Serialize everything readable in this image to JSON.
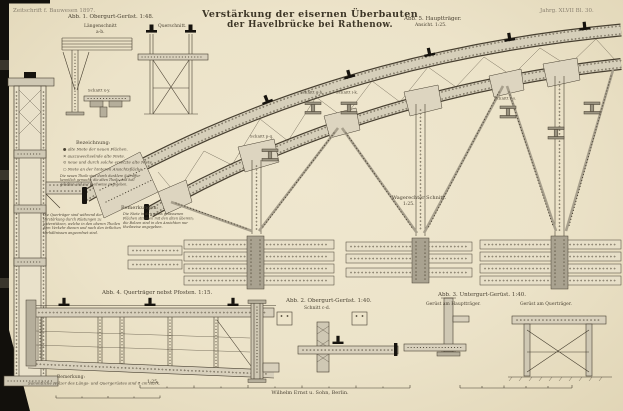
{
  "page": {
    "journal": "Zeitschrift f. Bauwesen 1897.",
    "plate_ref": "Jahrg. XLVII Bl. 30.",
    "title_line1": "Verstärkung der eisernen Überbauten",
    "title_line2": "der Havelbrücke bei Rathenow.",
    "publisher": "Wilhelm Ernst u. Sohn, Berlin."
  },
  "figures": {
    "fig1": {
      "title": "Abb. 1. Obergurt-Gerüst. 1:48.",
      "laengsschnitt": "Längenschnitt",
      "laengsschnitt2": "a-b.",
      "querschnitt": "Querschnitt.",
      "schnitt_xy": "Schnitt x-y."
    },
    "fig2": {
      "title": "Abb. 2. Obergurt-Gerüst. 1:40.",
      "schnitt_cd": "Schnitt c-d."
    },
    "fig3": {
      "title": "Abb. 3. Untergurt-Gerüst. 1:40.",
      "geruest_haupttraeger": "Gerüst am Hauptträger.",
      "geruest_quertraeger": "Gerüst am Querträger."
    },
    "fig4": {
      "title": "Abb. 4. Querträger nebst Pfosten. 1:15."
    },
    "fig5": {
      "title": "Abb. 5. Hauptträger.",
      "subtitle": "Ansicht. 1:25.",
      "wagerechter_schnitt": "Wagerechter Schnitt.",
      "wagerechter_scale": "1:25.",
      "schnitt_gh": "Schnitt g-h.",
      "schnitt_ik": "Schnitt i-k.",
      "schnitt_pq": "Schnitt p-q.",
      "schnitt_rs": "Schnitt r-s."
    }
  },
  "legend": {
    "heading": "Bezeichnung:",
    "items": [
      {
        "symbol": "●",
        "text": "alte Niete der neuen Flächen."
      },
      {
        "symbol": "✕",
        "text": "auszuwechselnde alte Niete."
      },
      {
        "symbol": "⊙",
        "text": "neue und durch solche ersetzte alte Niete."
      },
      {
        "symbol": "○",
        "text": "Niete an der hinteren Ansichtsfläche."
      }
    ],
    "note": "Die neuen Theile sind durch dunklere Schraffur kenntlich gemacht; die alten Theile sind hell gehalten und nur theilweise angegeben."
  },
  "remarks": {
    "heading": "Bemerkungen:",
    "col1": "Die Querträger sind während der Verstärkung durch Rüstungen zu unterstützen, welche in den oberen Theilen dem Verkehr dienen und nach den örtlichen Verhältnissen angeordnet sind.",
    "col2": "Die Niete in den weiss gelassenen Flächen stimmen mit den alten überein; die Bolzen sind in den Ansichten nur theilweise angegeben."
  },
  "bottom_note": {
    "heading": "Bemerkung:",
    "text": "Sämmtliche Hölzer des Längs- und Quergerüstes sind 8 cm stark."
  },
  "scales": {
    "main_bar_label": "1:25."
  },
  "colors": {
    "paper": "#ece3c9",
    "ink": "#473f30",
    "scan_black": "#12100c"
  }
}
